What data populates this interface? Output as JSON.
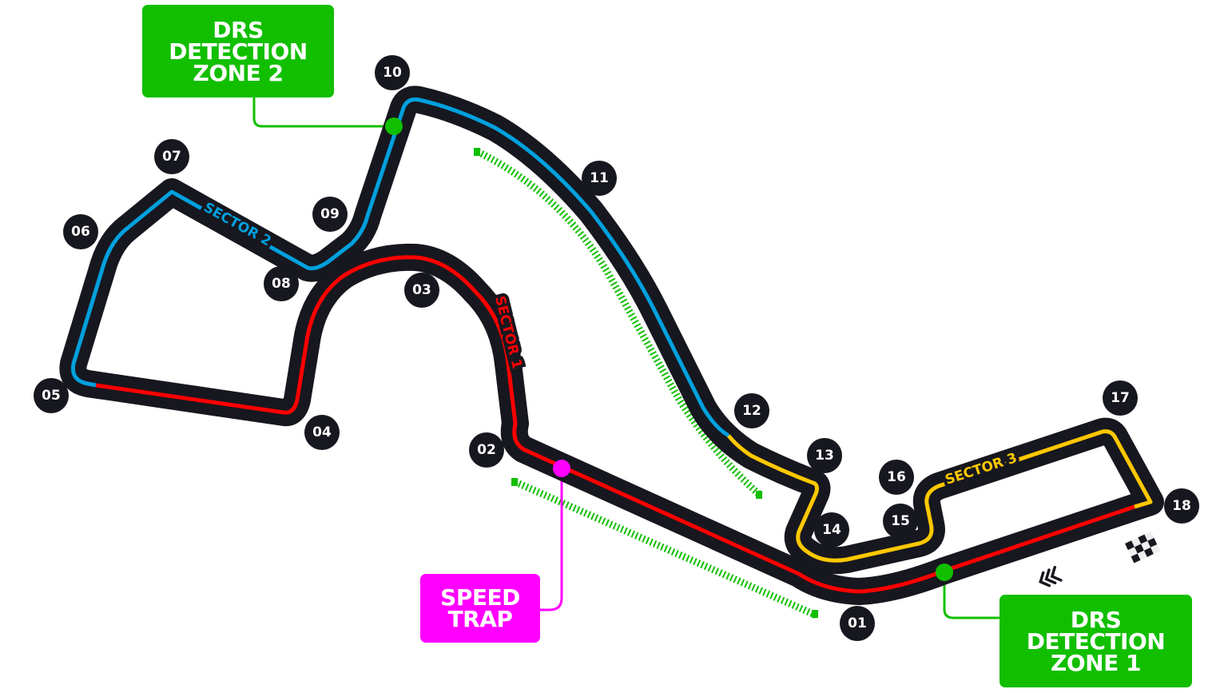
{
  "colors": {
    "track": "#17171f",
    "sector1": "#ff0000",
    "sector2": "#00a0dd",
    "sector3": "#ffc800",
    "drs": "#12bf00",
    "speed_trap": "#ff00ff"
  },
  "sectors": [
    {
      "label": "SECTOR 1"
    },
    {
      "label": "SECTOR 2"
    },
    {
      "label": "SECTOR 3"
    }
  ],
  "turns": [
    "01",
    "02",
    "03",
    "04",
    "05",
    "06",
    "07",
    "08",
    "09",
    "10",
    "11",
    "12",
    "13",
    "14",
    "15",
    "16",
    "17",
    "18"
  ],
  "callouts": {
    "drs_zone_2": [
      "DRS",
      "DETECTION",
      "ZONE 2"
    ],
    "drs_zone_1": [
      "DRS",
      "DETECTION",
      "ZONE 1"
    ],
    "speed_trap": [
      "SPEED",
      "TRAP"
    ]
  },
  "icons": {
    "finish": "checkered-flag-icon",
    "direction": "chevrons-left-icon"
  }
}
